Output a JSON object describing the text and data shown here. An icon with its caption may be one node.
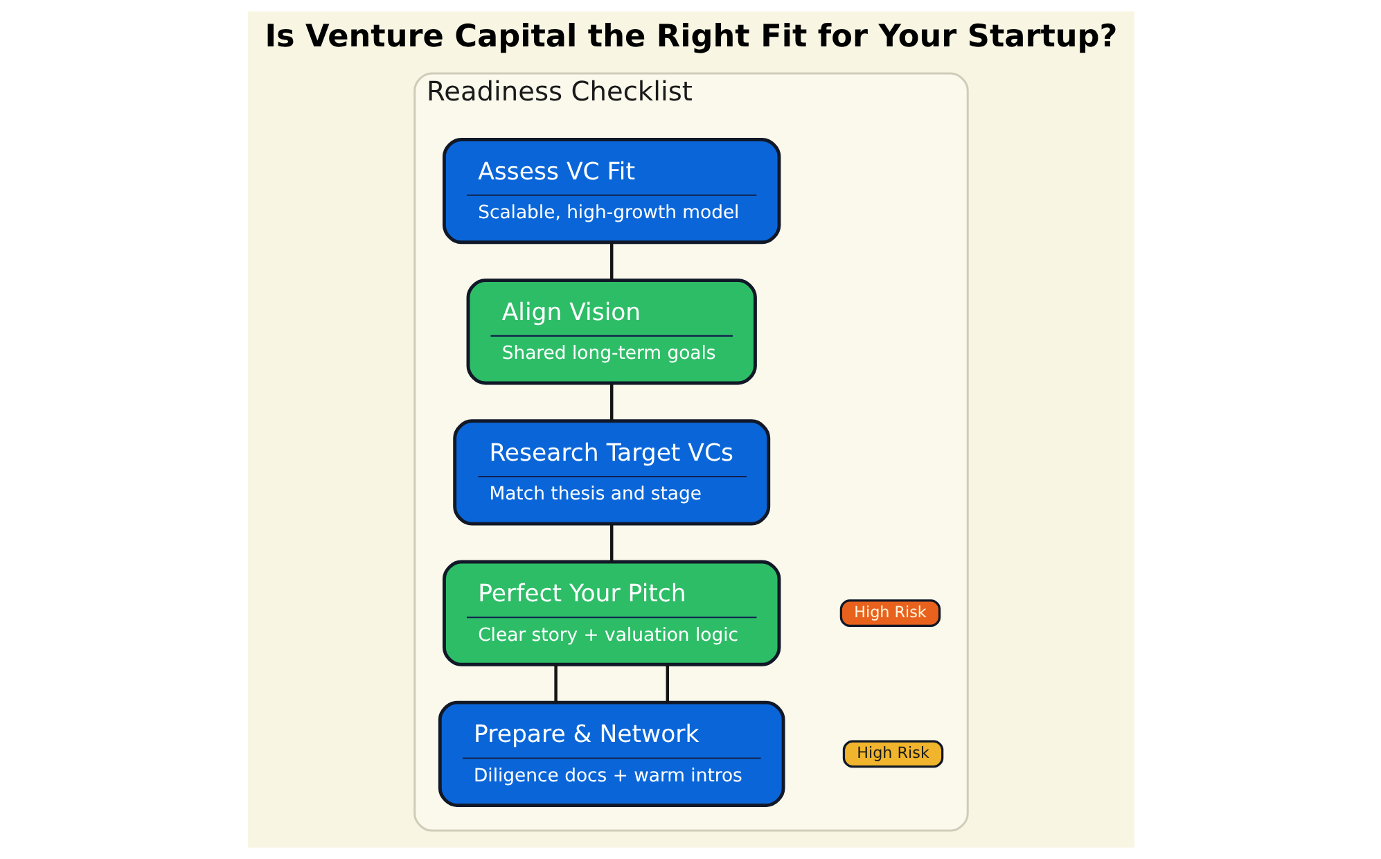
{
  "diagram": {
    "title": "Is Venture Capital the Right Fit for Your Startup?",
    "nodes": [
      {
        "text": [
          "Readiness Checklist"
        ]
      },
      {
        "text": [
          "Assess VC Fit",
          "Scalable, high-growth model"
        ],
        "in": 0
      },
      {
        "text": [
          "Align Vision",
          "Shared long-term goals"
        ],
        "in": 0
      },
      {
        "text": [
          "Research Target VCs",
          "Match thesis and stage"
        ],
        "in": 0
      },
      {
        "text": [
          "Perfect Your Pitch",
          "Clear story + valuation logic"
        ],
        "in": 0
      },
      {
        "text": [
          "High Risk"
        ],
        "in": 0
      },
      {
        "text": [
          "Prepare & Network",
          "Diligence docs + warm intros"
        ],
        "in": 0
      },
      {
        "text": [
          "High Risk"
        ],
        "in": 0
      }
    ],
    "edges": [
      {
        "from": 1,
        "to": 2,
        "arrow": "none"
      },
      {
        "from": 2,
        "to": 3,
        "arrow": "none"
      },
      {
        "from": 3,
        "to": 4,
        "arrow": "none"
      },
      {
        "from": 4,
        "to": 6,
        "arrow": "none"
      },
      {
        "from": 4,
        "to": 6,
        "arrow": "none"
      }
    ]
  }
}
